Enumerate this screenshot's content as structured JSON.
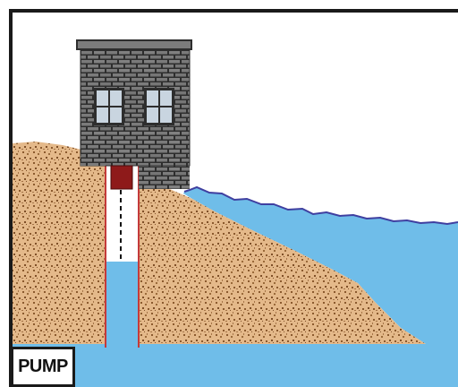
{
  "pump_button": {
    "label": "PUMP"
  },
  "colors": {
    "water": "#6fbde9",
    "water_edge": "#3f3fa0",
    "sand": "#e4b98a",
    "sand_speck": "#8b5a2e",
    "stone": "#7a7a7a",
    "mortar": "#2e2e2e",
    "window": "#c9d5e0",
    "pump_block": "#8e1a1a",
    "well_wall": "#c43a3a",
    "frame": "#1a1a1a"
  },
  "icons": [
    "pump-house",
    "pump-block",
    "well-shaft"
  ]
}
